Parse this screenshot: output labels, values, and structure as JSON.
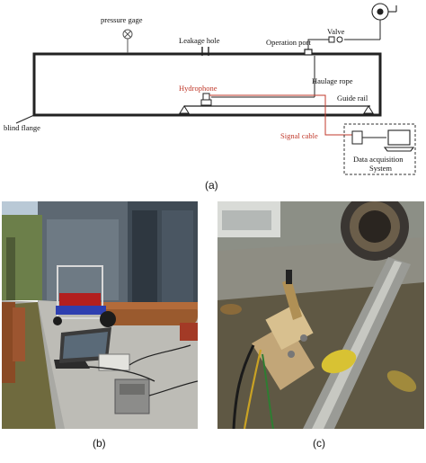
{
  "schematic": {
    "labels": {
      "pressure_gage": "pressure gage",
      "leakage_hole": "Leakage hole",
      "operation_port": "Operation port",
      "valve": "Valve",
      "hydrophone": "Hydrophone",
      "haulage_rope": "Haulage  rope",
      "guide_rail": "Guide rail",
      "blind_flange": "blind flange",
      "signal_cable": "Signal cable",
      "data_acquisition_line1": "Data acquisition",
      "data_acquisition_line2": "System"
    },
    "caption": "(a)"
  },
  "photos": {
    "b": {
      "caption": "(b)",
      "icon": "field-test-site-photo"
    },
    "c": {
      "caption": "(c)",
      "icon": "hydrophone-on-guide-rail-photo"
    }
  },
  "colors": {
    "red_label": "#c0392b",
    "line": "#222222"
  }
}
